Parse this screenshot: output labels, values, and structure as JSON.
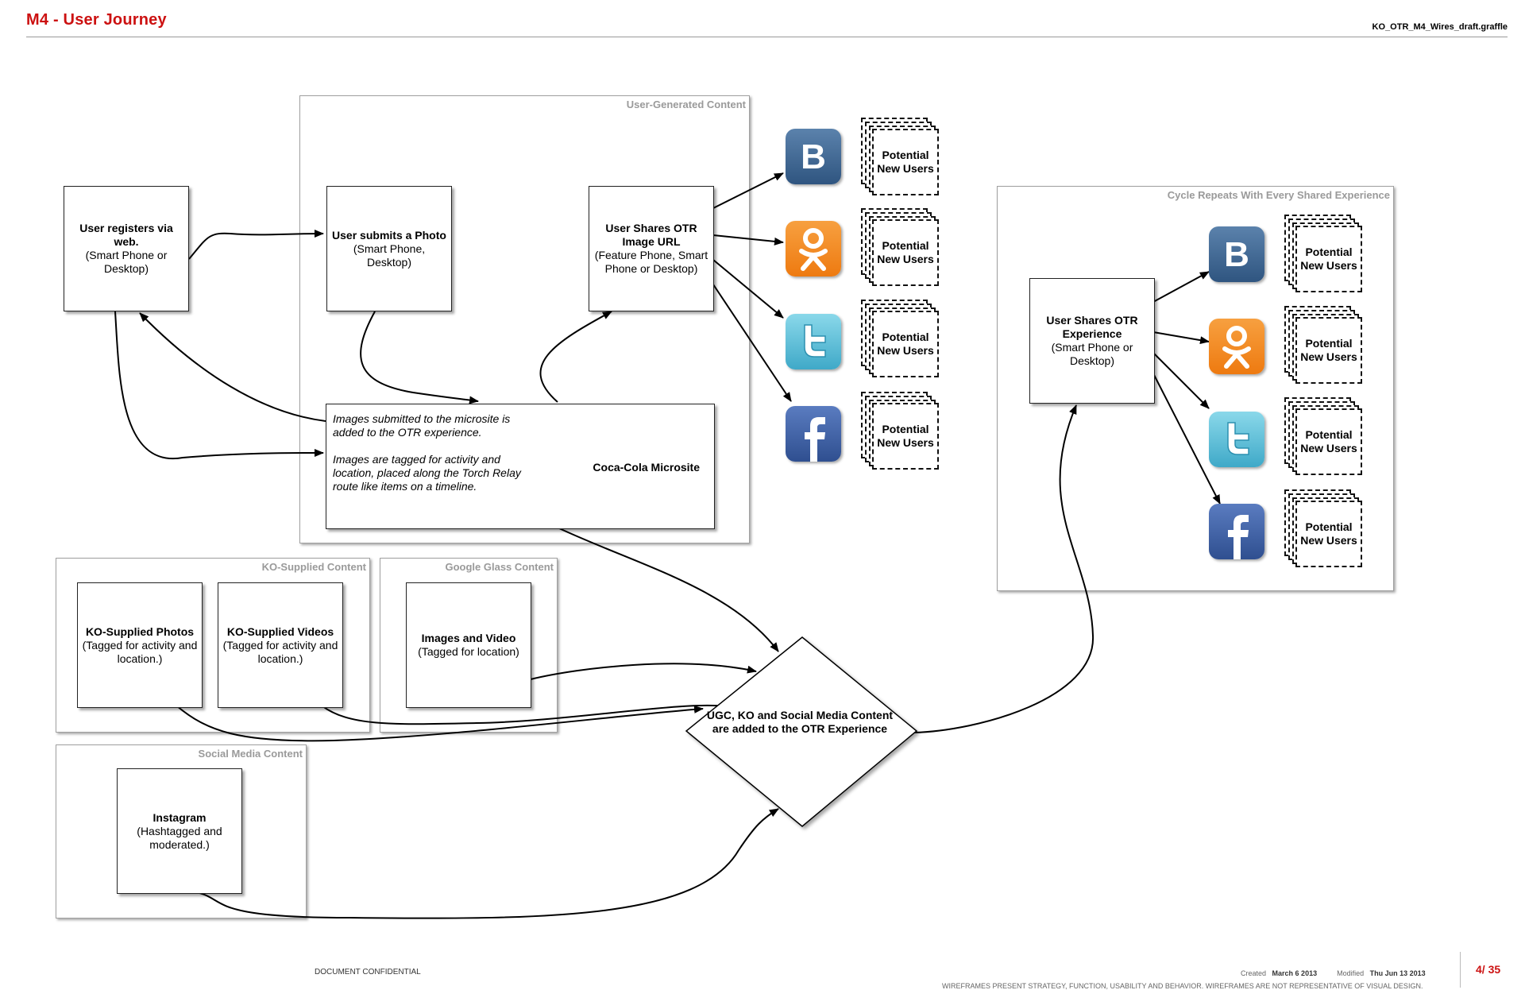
{
  "header": {
    "title": "M4 - User Journey",
    "filename": "KO_OTR_M4_Wires_draft.graffle"
  },
  "groups": {
    "ugc": "User-Generated Content",
    "cycle": "Cycle Repeats With Every Shared Experience",
    "ko": "KO-Supplied Content",
    "glass": "Google Glass Content",
    "social": "Social Media Content"
  },
  "nodes": {
    "register": {
      "title": "User registers via web.",
      "sub": "(Smart Phone or Desktop)"
    },
    "submit": {
      "title": "User submits a Photo",
      "sub": "(Smart Phone, Desktop)"
    },
    "share_url": {
      "title": "User Shares OTR Image URL",
      "sub": "(Feature Phone, Smart Phone or Desktop)"
    },
    "microsite": {
      "line1": "Images submitted to the microsite is added to the OTR experience.",
      "line2": "Images are tagged for activity and location, placed along the Torch Relay route like items on a timeline.",
      "name": "Coca-Cola Microsite"
    },
    "ko_photos": {
      "title": "KO-Supplied Photos",
      "sub": "(Tagged for activity and location.)"
    },
    "ko_videos": {
      "title": "KO-Supplied Videos",
      "sub": "(Tagged for activity and location.)"
    },
    "glass": {
      "title": "Images and Video",
      "sub": "(Tagged for location)"
    },
    "instagram": {
      "title": "Instagram",
      "sub": "(Hashtagged and moderated.)"
    },
    "diamond": "UGC, KO and Social Media Content are added to the OTR Experience",
    "share_exp": {
      "title": "User Shares OTR Experience",
      "sub": "(Smart Phone or Desktop)"
    }
  },
  "potential_users_label": "Potential New Users",
  "icons": [
    "vk-icon",
    "odnoklassniki-icon",
    "twitter-icon",
    "facebook-icon"
  ],
  "colors": {
    "brand_red": "#cc1111",
    "vk": "#3f6791",
    "ok": "#f28b1e",
    "twitter": "#5cc3dc",
    "facebook": "#3d5fa3"
  },
  "footer": {
    "confidential": "DOCUMENT CONFIDENTIAL",
    "created_label": "Created",
    "created_date": "March 6 2013",
    "modified_label": "Modified",
    "modified_date": "Thu Jun 13 2013",
    "note": "WIREFRAMES PRESENT STRATEGY, FUNCTION, USABILITY AND BEHAVIOR. WIREFRAMES ARE NOT REPRESENTATIVE OF VISUAL DESIGN.",
    "page": "4/ 35"
  }
}
